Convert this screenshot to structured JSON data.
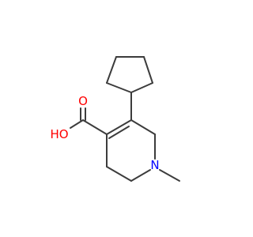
{
  "molecule": {
    "atoms": {
      "oxygen_carbonyl": {
        "symbol": "O"
      },
      "hydroxyl": {
        "symbol": "HO"
      },
      "ring_nitrogen": {
        "symbol": "N"
      }
    }
  },
  "colors": {
    "bond": "#3c3c3c",
    "oxygen": "#ff0000",
    "nitrogen": "#0000ff",
    "background": "#ffffff"
  }
}
